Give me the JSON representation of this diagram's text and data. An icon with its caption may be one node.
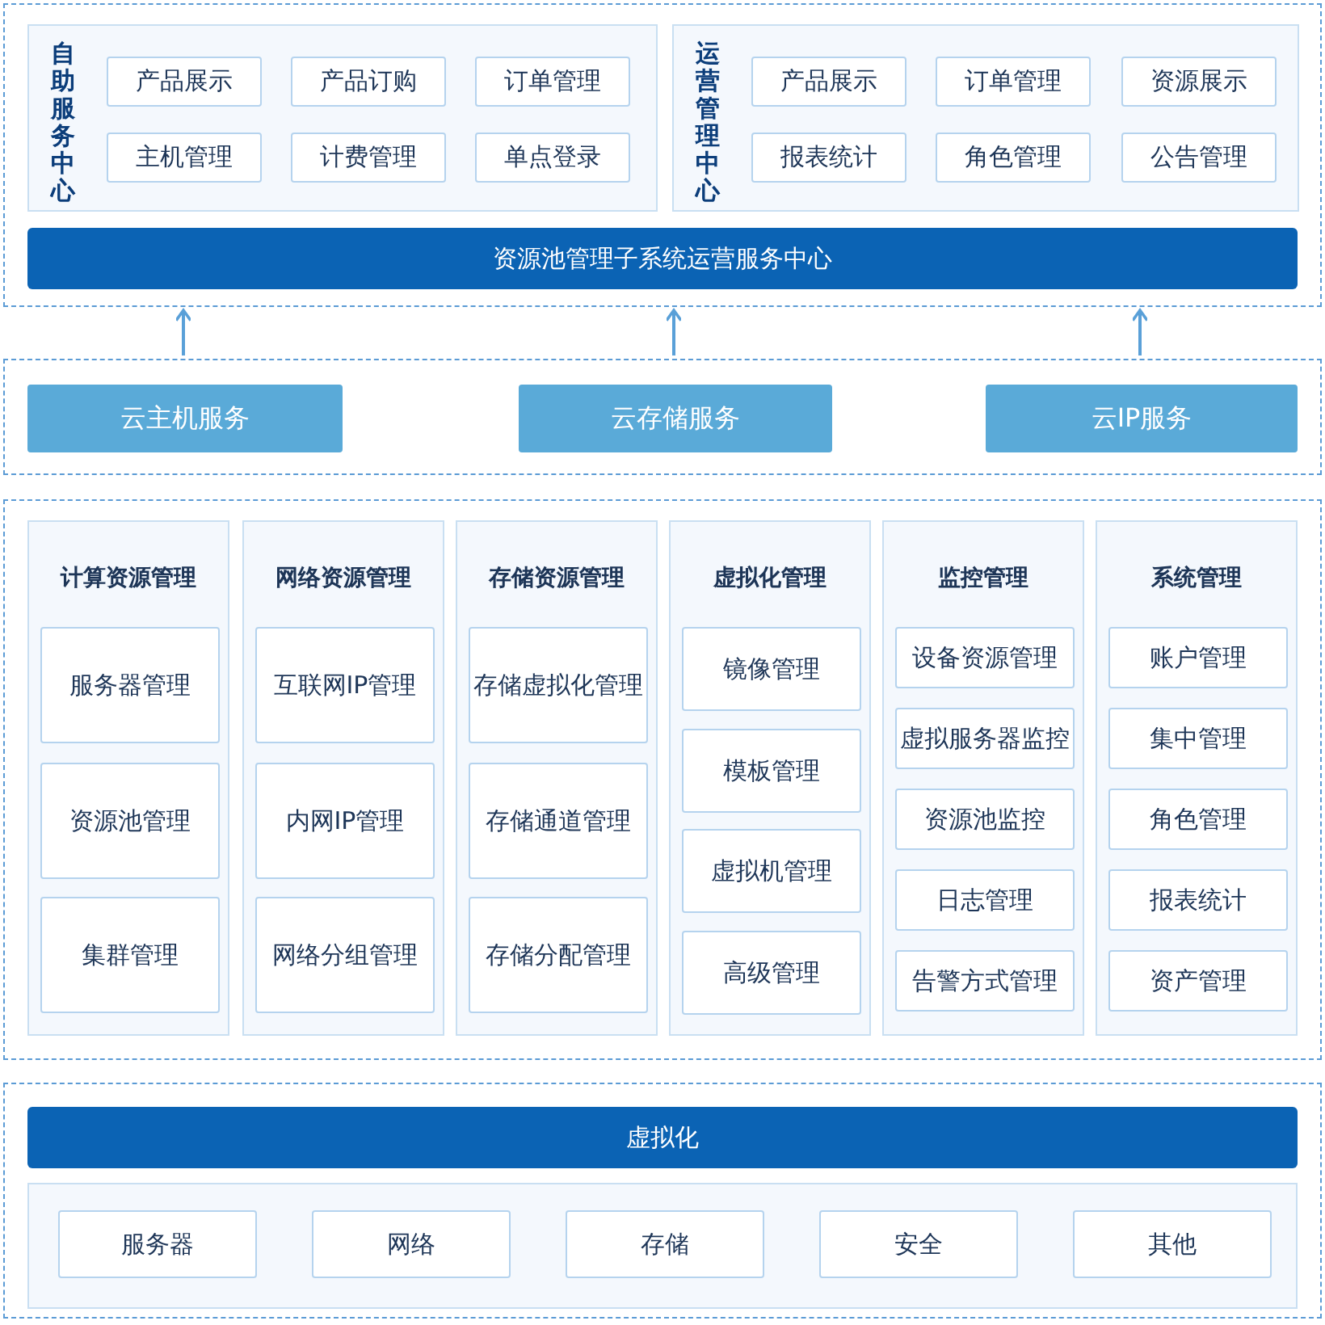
{
  "diagram": {
    "nodes": [
      {
        "text": [],
        "shape": "box"
      },
      {
        "text": [
          "自助服务中心"
        ],
        "in": 0
      },
      {
        "text": [
          "产品展示"
        ],
        "in": 1
      },
      {
        "text": [
          "产品订购"
        ],
        "in": 1
      },
      {
        "text": [
          "订单管理"
        ],
        "in": 1
      },
      {
        "text": [
          "主机管理"
        ],
        "in": 1
      },
      {
        "text": [
          "计费管理"
        ],
        "in": 1
      },
      {
        "text": [
          "单点登录"
        ],
        "in": 1
      },
      {
        "text": [
          "运营管理中心"
        ],
        "in": 0
      },
      {
        "text": [
          "产品展示"
        ],
        "in": 8
      },
      {
        "text": [
          "订单管理"
        ],
        "in": 8
      },
      {
        "text": [
          "资源展示"
        ],
        "in": 8
      },
      {
        "text": [
          "报表统计"
        ],
        "in": 8
      },
      {
        "text": [
          "角色管理"
        ],
        "in": 8
      },
      {
        "text": [
          "公告管理"
        ],
        "in": 8
      },
      {
        "text": [
          "资源池管理子系统运营服务中心"
        ],
        "in": 0
      },
      {
        "text": [],
        "shape": "box"
      },
      {
        "text": [
          "云主机服务"
        ],
        "in": 16
      },
      {
        "text": [
          "云存储服务"
        ],
        "in": 16
      },
      {
        "text": [
          "云IP服务"
        ],
        "in": 16
      },
      {
        "text": [],
        "shape": "box"
      },
      {
        "text": [
          "计算资源管理"
        ],
        "in": 20
      },
      {
        "text": [
          "服务器管理"
        ],
        "in": 21
      },
      {
        "text": [
          "资源池管理"
        ],
        "in": 21
      },
      {
        "text": [
          "集群管理"
        ],
        "in": 21
      },
      {
        "text": [
          "网络资源管理"
        ],
        "in": 20
      },
      {
        "text": [
          "互联网IP管理"
        ],
        "in": 25
      },
      {
        "text": [
          "内网IP管理"
        ],
        "in": 25
      },
      {
        "text": [
          "网络分组管理"
        ],
        "in": 25
      },
      {
        "text": [
          "存储资源管理"
        ],
        "in": 20
      },
      {
        "text": [
          "存储虚拟化管理"
        ],
        "in": 29
      },
      {
        "text": [
          "存储通道管理"
        ],
        "in": 29
      },
      {
        "text": [
          "存储分配管理"
        ],
        "in": 29
      },
      {
        "text": [
          "虚拟化管理"
        ],
        "in": 20
      },
      {
        "text": [
          "镜像管理"
        ],
        "in": 33
      },
      {
        "text": [
          "模板管理"
        ],
        "in": 33
      },
      {
        "text": [
          "虚拟机管理"
        ],
        "in": 33
      },
      {
        "text": [
          "高级管理"
        ],
        "in": 33
      },
      {
        "text": [
          "监控管理"
        ],
        "in": 20
      },
      {
        "text": [
          "设备资源管理"
        ],
        "in": 38
      },
      {
        "text": [
          "虚拟服务器监控"
        ],
        "in": 38
      },
      {
        "text": [
          "资源池监控"
        ],
        "in": 38
      },
      {
        "text": [
          "日志管理"
        ],
        "in": 38
      },
      {
        "text": [
          "告警方式管理"
        ],
        "in": 38
      },
      {
        "text": [
          "系统管理"
        ],
        "in": 20
      },
      {
        "text": [
          "账户管理"
        ],
        "in": 44
      },
      {
        "text": [
          "集中管理"
        ],
        "in": 44
      },
      {
        "text": [
          "角色管理"
        ],
        "in": 44
      },
      {
        "text": [
          "报表统计"
        ],
        "in": 44
      },
      {
        "text": [
          "资产管理"
        ],
        "in": 44
      },
      {
        "text": [],
        "shape": "box"
      },
      {
        "text": [
          "虚拟化"
        ],
        "in": 50
      },
      {
        "text": [],
        "shape": "box",
        "in": 50
      },
      {
        "text": [
          "服务器"
        ],
        "in": 52
      },
      {
        "text": [
          "网络"
        ],
        "in": 52
      },
      {
        "text": [
          "存储"
        ],
        "in": 52
      },
      {
        "text": [
          "安全"
        ],
        "in": 52
      },
      {
        "text": [
          "其他"
        ],
        "in": 52
      }
    ],
    "edges": [
      {
        "from": 17,
        "to": 0,
        "arrow": "to"
      },
      {
        "from": 18,
        "to": 0,
        "arrow": "to"
      },
      {
        "from": 19,
        "to": 0,
        "arrow": "to"
      }
    ]
  }
}
